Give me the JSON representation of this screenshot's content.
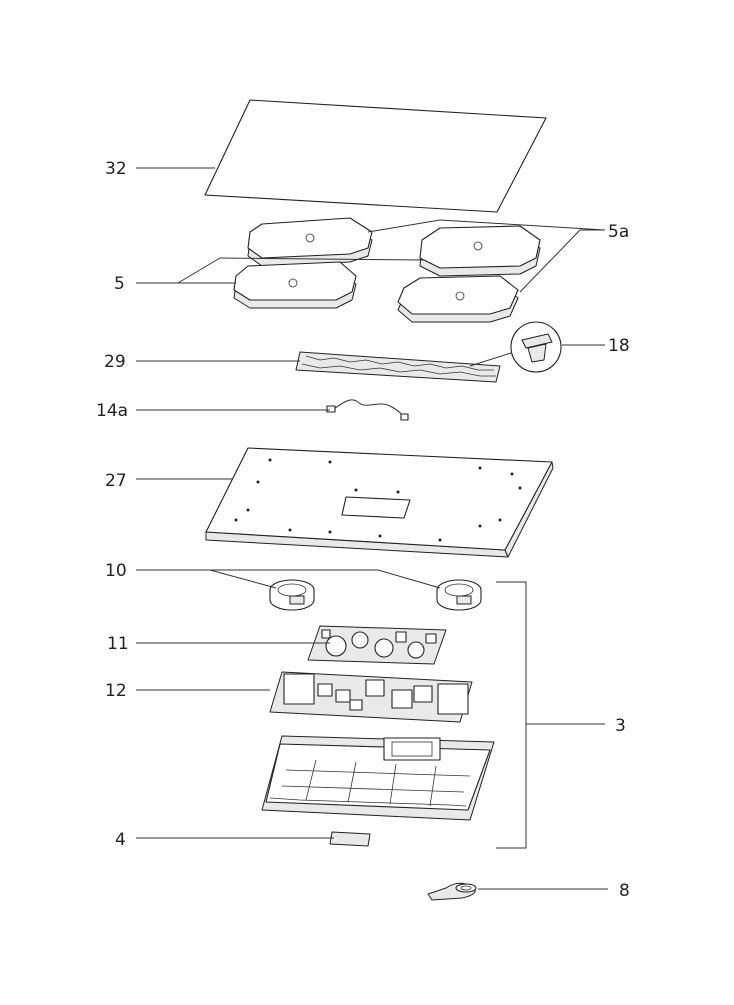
{
  "callouts": [
    {
      "id": "32",
      "label": "32"
    },
    {
      "id": "5a",
      "label": "5a"
    },
    {
      "id": "5",
      "label": "5"
    },
    {
      "id": "18",
      "label": "18"
    },
    {
      "id": "29",
      "label": "29"
    },
    {
      "id": "14a",
      "label": "14a"
    },
    {
      "id": "27",
      "label": "27"
    },
    {
      "id": "10",
      "label": "10"
    },
    {
      "id": "11",
      "label": "11"
    },
    {
      "id": "12",
      "label": "12"
    },
    {
      "id": "3",
      "label": "3"
    },
    {
      "id": "4",
      "label": "4"
    },
    {
      "id": "8",
      "label": "8"
    }
  ]
}
